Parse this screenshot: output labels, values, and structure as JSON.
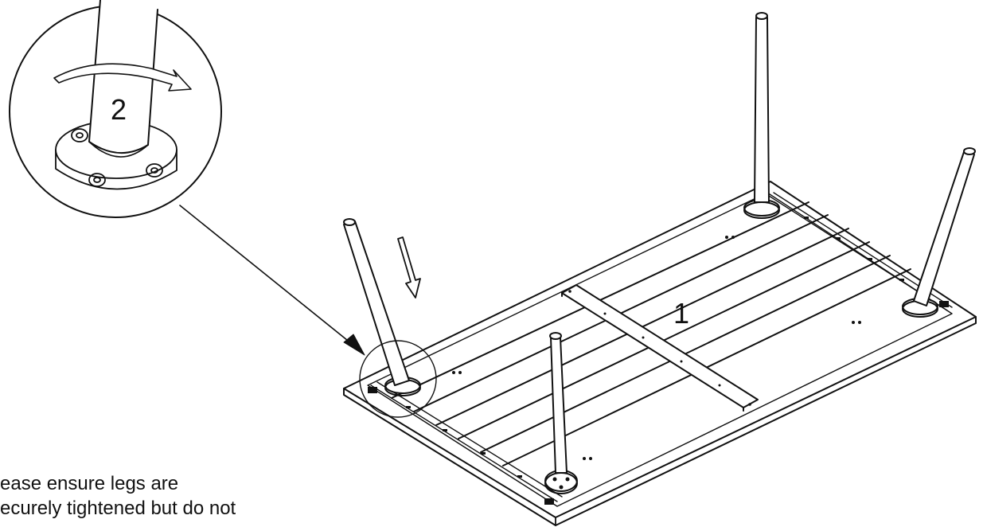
{
  "diagram": {
    "detail_label": "2",
    "part_label": "1"
  },
  "note": {
    "line1": "ease ensure legs are",
    "line2": "ecurely tightened but do not"
  }
}
